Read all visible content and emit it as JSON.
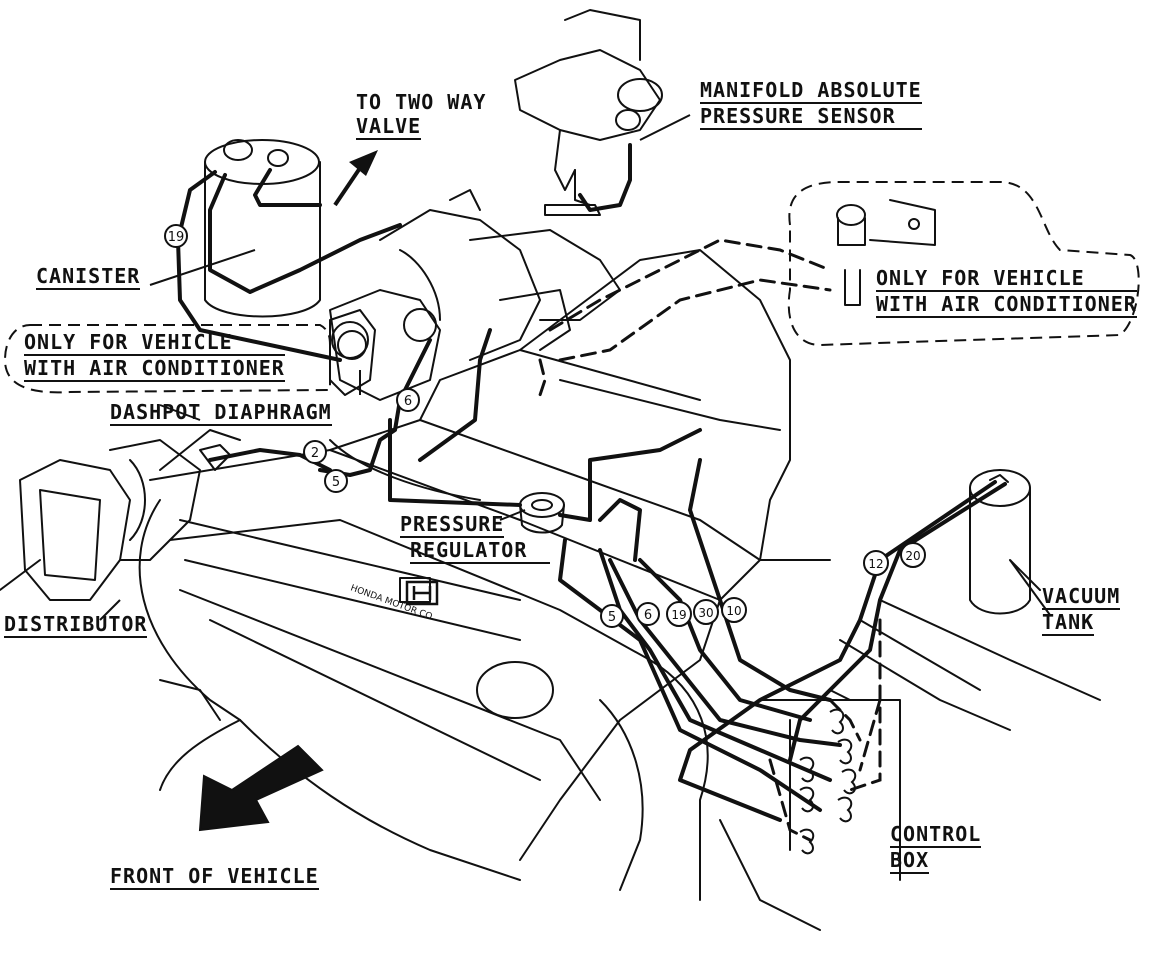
{
  "labels": {
    "to_two_way_valve": [
      "TO TWO WAY",
      "VALVE"
    ],
    "map_sensor": [
      "MANIFOLD ABSOLUTE",
      "PRESSURE SENSOR"
    ],
    "canister": "CANISTER",
    "ac_left": [
      "ONLY FOR VEHICLE",
      "WITH AIR CONDITIONER"
    ],
    "ac_right": [
      "ONLY FOR VEHICLE",
      "WITH AIR CONDITIONER"
    ],
    "dashpot": "DASHPOT DIAPHRAGM",
    "pressure_regulator": [
      "PRESSURE",
      "REGULATOR"
    ],
    "distributor": "DISTRIBUTOR",
    "vacuum_tank": [
      "VACUUM",
      "TANK"
    ],
    "control_box": [
      "CONTROL",
      "BOX"
    ],
    "front": "FRONT OF VEHICLE",
    "valve_cover_brand": "HONDA MOTOR CO."
  },
  "hose_numbers": {
    "canister": "19",
    "dashpot_6": "6",
    "dashpot_2": "2",
    "dashpot_5": "5",
    "bundle": [
      "5",
      "6",
      "19",
      "30",
      "10"
    ],
    "tank": [
      "12",
      "20"
    ]
  }
}
